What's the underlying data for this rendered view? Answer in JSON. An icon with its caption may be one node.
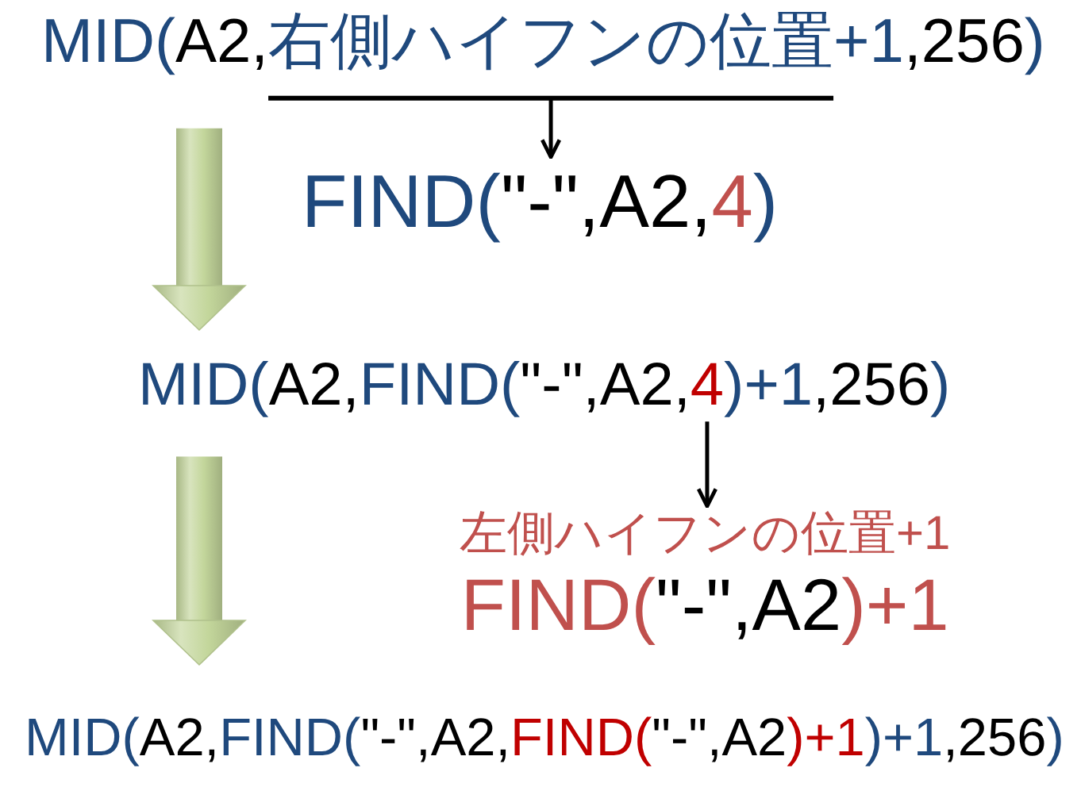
{
  "diagram": {
    "nodes": [
      {
        "text": [
          "MID(A2,右側ハイフンの位置+1,256)"
        ]
      },
      {
        "text": [
          "FIND(\"-\",A2,4)"
        ]
      },
      {
        "text": [
          "MID(A2,FIND(\"-\",A2,4)+1,256)"
        ]
      },
      {
        "text": [
          "左側ハイフンの位置+1",
          "FIND(\"-\",A2)+1"
        ]
      },
      {
        "text": [
          "MID(A2,FIND(\"-\",A2,FIND(\"-\",A2)+1)+1,256)"
        ]
      }
    ],
    "edges": [
      {
        "from": 0,
        "to": 1,
        "arrow": "to"
      },
      {
        "from": 0,
        "to": 2,
        "arrow": "to",
        "style": "thick",
        "color": "#c3d69b"
      },
      {
        "from": 2,
        "to": 3,
        "arrow": "to"
      },
      {
        "from": 2,
        "to": 4,
        "arrow": "to",
        "style": "thick",
        "color": "#c3d69b"
      }
    ]
  }
}
